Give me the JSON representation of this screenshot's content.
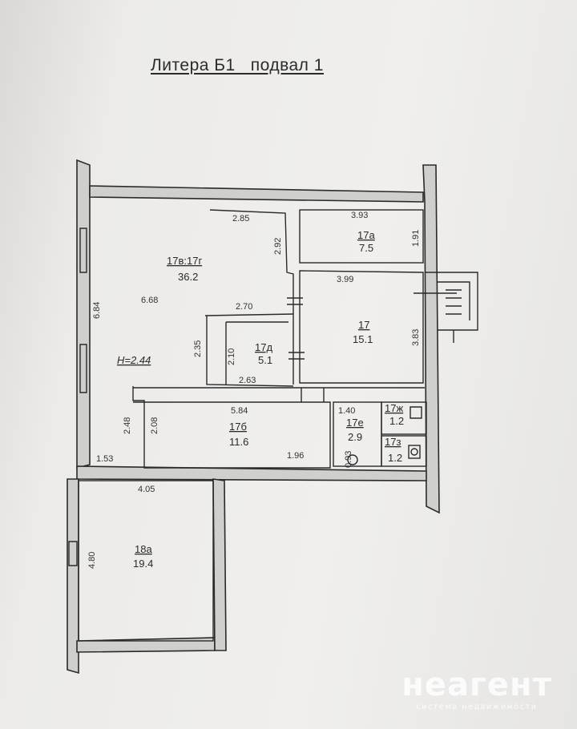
{
  "title": "Литера Б1   подвал 1",
  "rooms": {
    "r17v17g": {
      "id": "17в:17г",
      "area": "36.2"
    },
    "r17a": {
      "id": "17а",
      "area": "7.5"
    },
    "r17": {
      "id": "17",
      "area": "15.1"
    },
    "r17d": {
      "id": "17д",
      "area": "5.1"
    },
    "r17b": {
      "id": "17б",
      "area": "11.6"
    },
    "r17e": {
      "id": "17е",
      "area": "2.9"
    },
    "r17zh": {
      "id": "17ж",
      "area": "1.2"
    },
    "r17z": {
      "id": "17з",
      "area": "1.2"
    },
    "r18a": {
      "id": "18а",
      "area": "19.4"
    }
  },
  "height_label": "Н=2.44",
  "dims": {
    "d285": "2.85",
    "d292": "2.92",
    "d668": "6.68",
    "d684": "6.84",
    "d270": "2.70",
    "d235": "2.35",
    "d210": "2.10",
    "d263": "2.63",
    "d393": "3.93",
    "d191": "1.91",
    "d399": "3.99",
    "d383": "3.83",
    "d584": "5.84",
    "d248": "2.48",
    "d208": "2.08",
    "d153": "1.53",
    "d196": "1.96",
    "d140": "1.40",
    "d093": "0.93",
    "d405": "4.05",
    "d480": "4.80"
  },
  "watermark": {
    "brand": "неагент",
    "tagline": "система недвижимости"
  }
}
